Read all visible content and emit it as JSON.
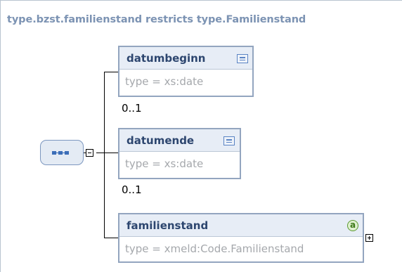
{
  "title": "type.bzst.familienstand restricts type.Familienstand",
  "elements": [
    {
      "name": "datumbeginn",
      "type": "type = xs:date",
      "cardinality": "0..1",
      "icon": "documentation-icon"
    },
    {
      "name": "datumende",
      "type": "type = xs:date",
      "cardinality": "0..1",
      "icon": "documentation-icon"
    },
    {
      "name": "familienstand",
      "type": "type = xmeld:Code.Familienstand",
      "icon": "attributes-icon",
      "attr_glyph": "a"
    }
  ],
  "sequence_icon": "sequence-compositor-icon",
  "colors": {
    "title": "#7c93b3",
    "element_border": "#93a5bf",
    "element_header": "#e7edf6",
    "element_name": "#2d466f",
    "type_text": "#a5a8ac"
  }
}
